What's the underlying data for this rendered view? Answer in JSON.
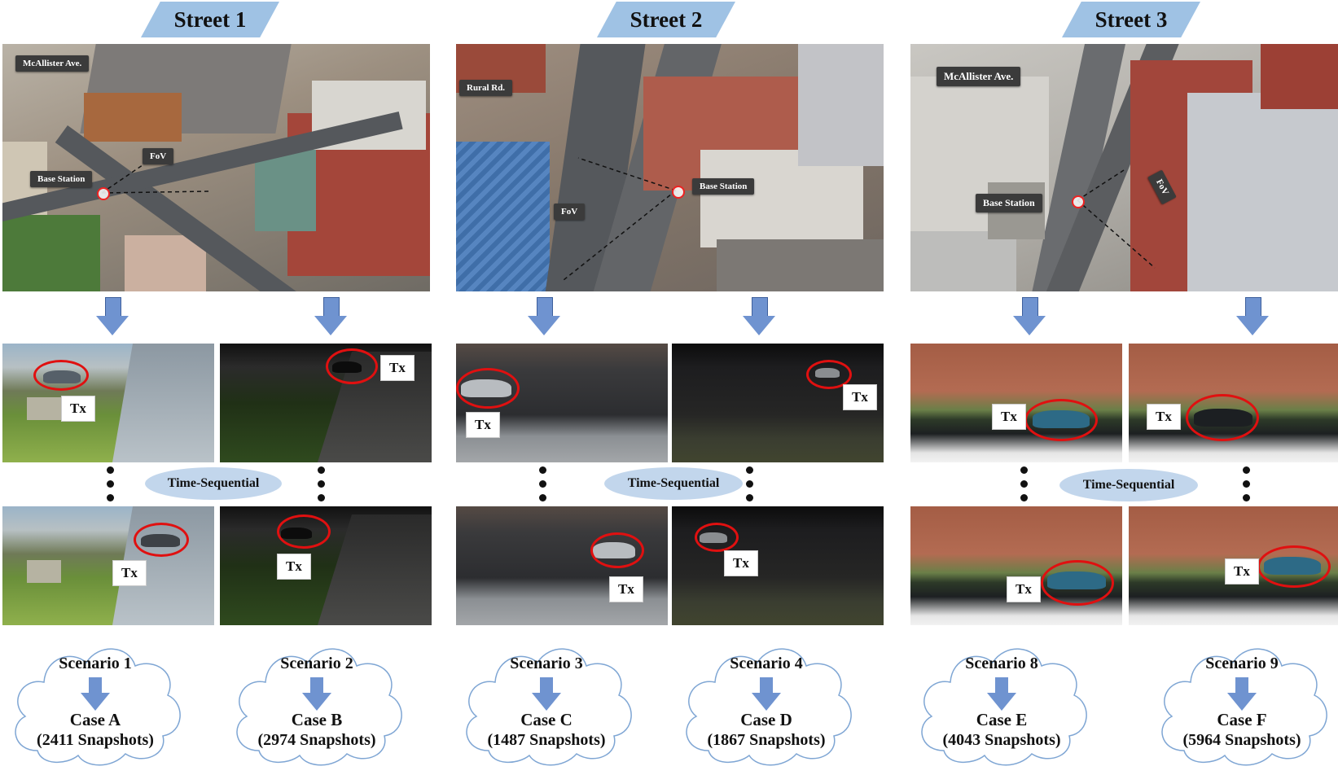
{
  "streets": [
    {
      "title": "Street 1",
      "map_labels": {
        "street": "McAllister Ave.",
        "fov": "FoV",
        "base_station": "Base Station"
      },
      "tx_label": "Tx",
      "time_label": "Time-Sequential",
      "scenarios": [
        {
          "scenario": "Scenario 1",
          "case": "Case A",
          "snapshots": "(2411 Snapshots)"
        },
        {
          "scenario": "Scenario 2",
          "case": "Case B",
          "snapshots": "(2974 Snapshots)"
        }
      ]
    },
    {
      "title": "Street 2",
      "map_labels": {
        "street": "Rural Rd.",
        "fov": "FoV",
        "base_station": "Base Station"
      },
      "tx_label": "Tx",
      "time_label": "Time-Sequential",
      "scenarios": [
        {
          "scenario": "Scenario 3",
          "case": "Case C",
          "snapshots": "(1487 Snapshots)"
        },
        {
          "scenario": "Scenario 4",
          "case": "Case D",
          "snapshots": "(1867 Snapshots)"
        }
      ]
    },
    {
      "title": "Street 3",
      "map_labels": {
        "street": "McAllister Ave.",
        "fov": "FoV",
        "base_station": "Base Station"
      },
      "tx_label": "Tx",
      "time_label": "Time-Sequential",
      "scenarios": [
        {
          "scenario": "Scenario 8",
          "case": "Case E",
          "snapshots": "(4043 Snapshots)"
        },
        {
          "scenario": "Scenario 9",
          "case": "Case F",
          "snapshots": "(5964 Snapshots)"
        }
      ]
    }
  ],
  "colors": {
    "tab": "#9fc2e4",
    "arrow": "#6f93d0",
    "ellipse": "#c2d6ec",
    "highlight": "#e01010"
  }
}
